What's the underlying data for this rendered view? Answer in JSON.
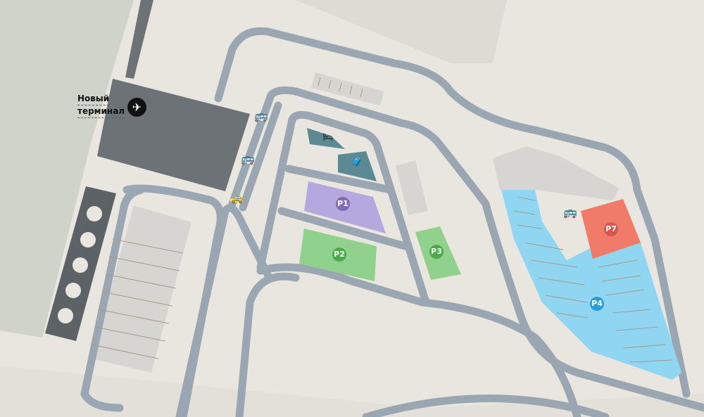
{
  "terminal": {
    "line1": "Новый",
    "line2": "терминал",
    "icon": "airplane-icon"
  },
  "parkings": [
    {
      "label": "P1",
      "color": "#7e6cb8"
    },
    {
      "label": "P2",
      "color": "#4caa4c"
    },
    {
      "label": "P3",
      "color": "#4caa4c"
    },
    {
      "label": "P4",
      "color": "#2a9fd6"
    },
    {
      "label": "P7",
      "color": "#d9534f"
    }
  ],
  "icons": [
    "bus-icon",
    "shuttle-icon",
    "taxi-icon",
    "hotel-icon",
    "luggage-icon"
  ],
  "colors": {
    "ground": "#e9e6df",
    "grass": "#cfd3c9",
    "road": "#9aa6b2",
    "terminal": "#6c7276",
    "lot": "#d5d4d1"
  }
}
